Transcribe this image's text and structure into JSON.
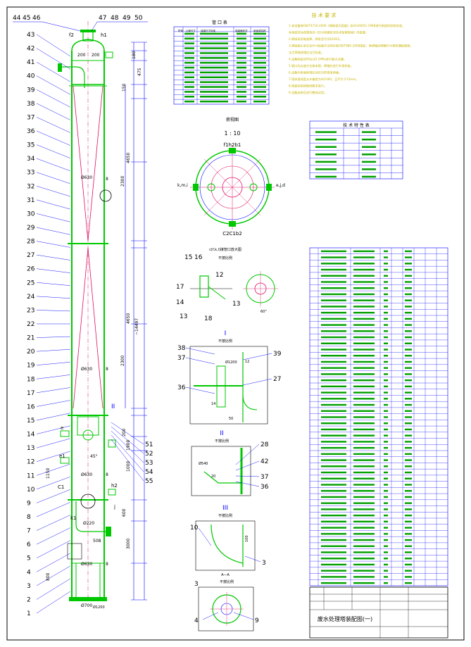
{
  "drawing": {
    "title": "废水处理塔装配图(一)",
    "sheet_frame": "#000000"
  },
  "colors": {
    "shell": "#00c800",
    "cone": "#e01060",
    "dim": "#0000ff",
    "leader": "#0000ff",
    "text": "#000000",
    "notes": "#c8b400",
    "table_line": "#0000ff"
  },
  "left_callouts": [
    "44",
    "45",
    "46",
    "43",
    "42",
    "41",
    "40",
    "39",
    "38",
    "37",
    "36",
    "35",
    "34",
    "33",
    "32",
    "31",
    "30",
    "29",
    "28",
    "27",
    "26",
    "25",
    "24",
    "23",
    "22",
    "21",
    "20",
    "19",
    "18",
    "17",
    "16",
    "15",
    "14",
    "13",
    "12",
    "11",
    "10",
    "9",
    "8",
    "7",
    "6",
    "5",
    "4",
    "3",
    "2",
    "1"
  ],
  "top_callouts": [
    "47",
    "48",
    "49",
    "50"
  ],
  "right_callouts": [
    "51",
    "52",
    "53",
    "54",
    "55"
  ],
  "tower_dims": {
    "overall": "~14497",
    "upper_cone": "4650",
    "lower_cone": "4650",
    "sec_a": "2300",
    "sec_b": "2300",
    "lower_a": "1000",
    "lower_b": "1900",
    "lower_c": "1150",
    "base": "3000",
    "foot": "800",
    "dia_top": "Ø630",
    "dia_mid": "Ø630",
    "dia_low": "Ø630",
    "dia_base": "Ø630",
    "dia_foot": "Ø700",
    "top_w1": "200",
    "top_w2": "200",
    "r1": "180",
    "r2": "475",
    "r3": "150",
    "r4": "200",
    "r5": "600",
    "r6": "508",
    "s8": "8",
    "nozzle_lbl": "f2",
    "nozzle_lbl2": "h1",
    "small_lbl": "Ø1200",
    "lbl_e": "e",
    "lbl_c1": "C1",
    "lbl_k1": "k1",
    "lbl_h2": "h2",
    "lbl_j": "j",
    "lbl_e1": "e1",
    "dia_d220": "Ø220",
    "ang": "45°",
    "lbl_II": "II"
  },
  "nozzle_table": {
    "title": "管 口 表",
    "headers": [
      "符号",
      "公称尺寸",
      "连接尺寸标准",
      "连接面形式",
      "用途或名称"
    ],
    "rows": 15
  },
  "notes": {
    "title": "技 术 要 求",
    "lines": [
      "1.本设备按GB/T4710-2009《钢制塔式容器》及HG20652-1998进行制造检验和验收。",
      "  并接受劳动部颁发的《压力容器安全技术监察规程》的监督。",
      "2.焊接采用电弧焊，焊条型号为E4303。",
      "3.焊接接头型式及尺寸除图中注明外按GB/T985-2008规定，角焊缝的焊脚尺寸按较薄板厚度。",
      "  法兰焊接按相应法兰标准。",
      "4.设备制造完毕后以0.1MPa进行盛水试漏。",
      "5.管口及支座方位按本图，焊缝应进行外观检查。",
      "6.设备外表面除锈后涂红丹防锈漆两遍。",
      "7.塔体直线度允许偏差为H/1000，且不大于15mm。",
      "8.塔盘安装按图纸要求进行。",
      "9.设备安装后进行整体试验。"
    ]
  },
  "tech_table": {
    "title": "技 术 特 性 表",
    "rows": 7
  },
  "views": {
    "plan_title": "俯视图",
    "plan_scale": "1 : 10",
    "plan_top_label": "f1h2b1",
    "plan_bottom_label": "C2C1b2",
    "plan_left_label": "k,m,i",
    "plan_right_label": "e,j,d",
    "detail_A_title": "c(f,k,l)接管口放大图",
    "detail_A_sub": "不按比例",
    "detail_I_mark": "I",
    "detail_I_sub": "不按比例",
    "detail_I_dim": "Ø1200",
    "detail_II_mark": "II",
    "detail_II_sub": "不按比例",
    "detail_II_dim": "Ø540",
    "detail_III_mark": "III",
    "detail_III_sub": "不按比例",
    "detail_AA_mark": "A—A",
    "detail_AA_sub": "不按比例",
    "dim_50": "50",
    "dim_14": "14",
    "dim_100": "100",
    "dim_20": "20",
    "dim_12": "12",
    "dim_60": "60°"
  },
  "detail_callouts": {
    "a": [
      "15",
      "16",
      "17",
      "12",
      "14",
      "13",
      "18",
      "13"
    ],
    "I": [
      "38",
      "37",
      "36",
      "39",
      "27"
    ],
    "II": [
      "28",
      "42",
      "37",
      "36"
    ],
    "III": [
      "10",
      "3"
    ],
    "AA": [
      "3",
      "4",
      "9"
    ]
  },
  "parts_list": {
    "rows": 55
  },
  "title_block": {
    "title": "废水处理塔装配图(一)"
  }
}
